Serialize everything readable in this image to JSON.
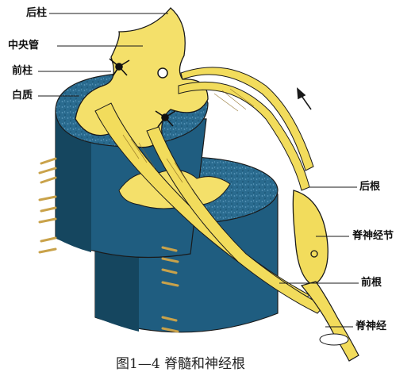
{
  "labels": {
    "posterior_column": "后柱",
    "central_canal": "中央管",
    "anterior_column": "前柱",
    "white_matter": "白质",
    "dorsal_root": "后根",
    "spinal_ganglion": "脊神经节",
    "ventral_root": "前根",
    "spinal_nerve": "脊神经"
  },
  "caption": "图1—4 脊髓和神经根",
  "colors": {
    "white_matter": "#1f5d80",
    "white_matter_texture": "#3c7fa6",
    "white_matter_shadow": "#15465f",
    "gray_matter": "#f4e06a",
    "nerve": "#f2dc5c",
    "outline": "#1a1a1a",
    "rootlet": "#c9a24a"
  },
  "icons": {
    "neuron_cell_body": "neuron-icon",
    "signal_direction": "arrow-up-icon"
  }
}
